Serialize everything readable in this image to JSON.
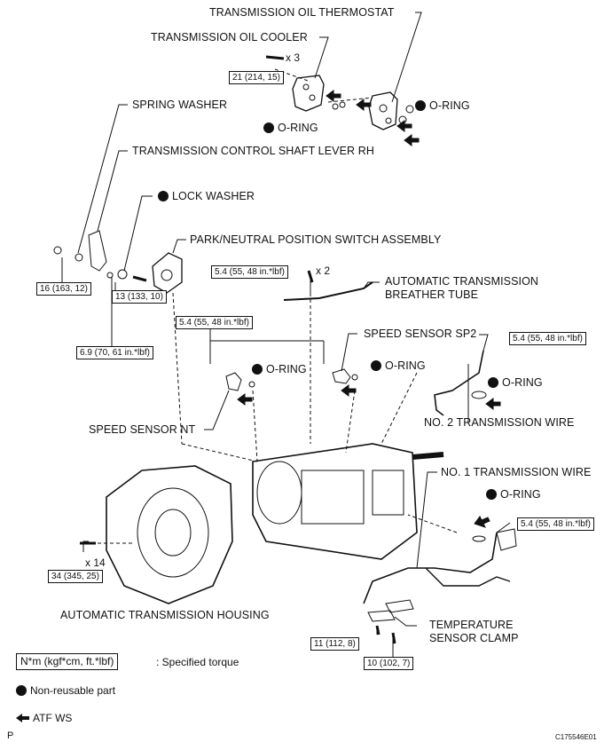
{
  "labels": {
    "thermostat": "TRANSMISSION OIL THERMOSTAT",
    "cooler": "TRANSMISSION OIL COOLER",
    "spring_washer": "SPRING WASHER",
    "control_shaft_lever": "TRANSMISSION CONTROL SHAFT LEVER RH",
    "lock_washer": "LOCK WASHER",
    "pnp_switch": "PARK/NEUTRAL POSITION SWITCH ASSEMBLY",
    "breather_tube_1": "AUTOMATIC TRANSMISSION",
    "breather_tube_2": "BREATHER TUBE",
    "speed_sensor_sp2": "SPEED SENSOR SP2",
    "speed_sensor_nt": "SPEED SENSOR NT",
    "no2_wire": "NO. 2 TRANSMISSION WIRE",
    "no1_wire": "NO. 1 TRANSMISSION WIRE",
    "housing": "AUTOMATIC TRANSMISSION HOUSING",
    "temp_clamp_1": "TEMPERATURE",
    "temp_clamp_2": "SENSOR CLAMP",
    "o_ring": "O-RING"
  },
  "torques": {
    "cooler_bolt": "21 (214, 15)",
    "lever_nut": "16 (163, 12)",
    "lock_nut": "13 (133, 10)",
    "pnp_bolt": "6.9 (70, 61 in.*lbf)",
    "breather_bolt": "5.4 (55, 48 in.*lbf)",
    "sensor_bolt": "5.4 (55, 48 in.*lbf)",
    "sp2_wire_bolt": "5.4 (55, 48 in.*lbf)",
    "no1_wire_bolt": "5.4 (55, 48 in.*lbf)",
    "housing_bolt": "34 (345, 25)",
    "clamp_bolt_a": "11 (112, 8)",
    "clamp_bolt_b": "10 (102, 7)"
  },
  "quantities": {
    "cooler_bolts": "x 3",
    "breather_bolts": "x 2",
    "housing_bolts": "x 14"
  },
  "legend": {
    "torque_box": "N*m (kgf*cm, ft.*lbf)",
    "torque_text": ": Specified torque",
    "nonreusable": "Non-reusable part",
    "atf": "ATF WS"
  },
  "footer": {
    "corner_letter": "P",
    "figure_code": "C175546E01"
  }
}
